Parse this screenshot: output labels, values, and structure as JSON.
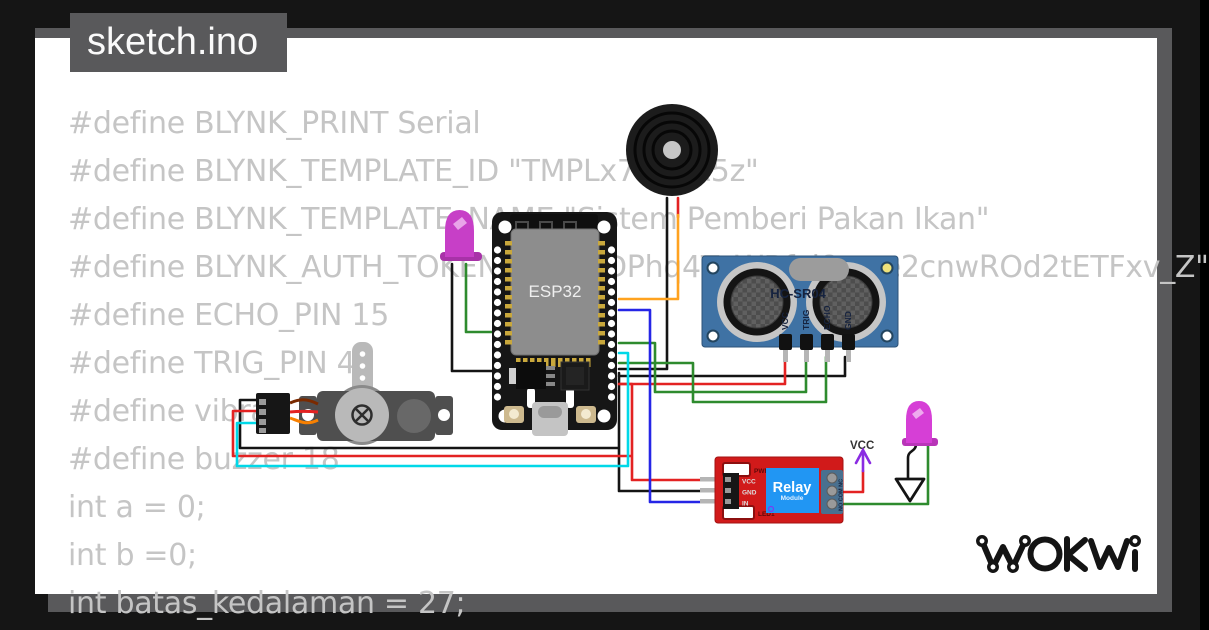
{
  "window": {
    "title": "sketch.ino"
  },
  "code": {
    "lines": [
      "#define BLYNK_PRINT Serial",
      "#define BLYNK_TEMPLATE_ID \"TMPLx7hk5R5z\"",
      "#define BLYNK_TEMPLATE_NAME \"Sistem Pemberi Pakan Ikan\"",
      "#define BLYNK_AUTH_TOKEN \"RLqioDPhq4TzWBfvj8sme2cnwROd2tETFxv_Z\"",
      "#define ECHO_PIN 15",
      "#define TRIG_PIN 4",
      "#define vibrasi 19",
      "#define buzzer 18",
      "int a = 0;",
      "int b =0;",
      "int batas_kedalaman = 27;"
    ]
  },
  "components": {
    "esp32": {
      "label": "ESP32"
    },
    "ultrasonic": {
      "label": "HC-SR04",
      "pins": [
        "VCC",
        "TRIG",
        "ECHO",
        "GND"
      ]
    },
    "relay": {
      "title": "Relay",
      "subtitle": "Module",
      "led_top": "PWR",
      "led_bottom": "LED1",
      "pins": [
        "VCC",
        "GND",
        "IN"
      ],
      "terminal_label": "NO COM NC"
    },
    "power": {
      "vcc_label": "VCC"
    }
  },
  "logo": {
    "text": "WOKWI"
  },
  "colors": {
    "canvas": "#ffffff",
    "frame": "#151515",
    "chrome_gray": "#59595b",
    "code_text": "#c5c5c5",
    "wire_red": "#e32222",
    "wire_green": "#2e8b2e",
    "wire_cyan": "#00d8e8",
    "wire_blue": "#2525e6",
    "wire_orange": "#ffa21f",
    "wire_black": "#141414",
    "led_purple": "#c73fc7",
    "relay_red": "#d11a1a",
    "relay_blue": "#2196f3",
    "sensor_blue": "#3f72a4",
    "arrow_purple": "#8a2be2"
  }
}
